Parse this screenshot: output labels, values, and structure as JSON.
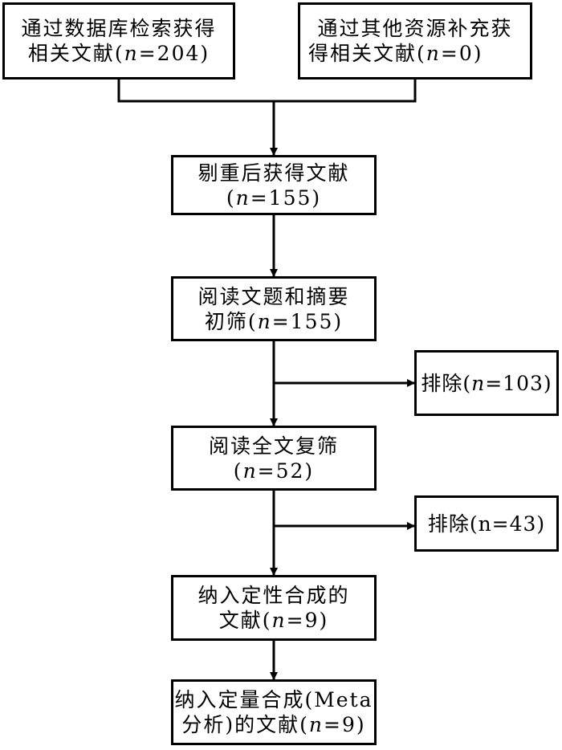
{
  "boxes": {
    "db_search": {
      "line1": "通过数据库检索获得",
      "line2_prefix": "相关文献(",
      "n_label": "n",
      "line2_suffix": "=204)"
    },
    "other_sources": {
      "line1": "通过其他资源补充获",
      "line2_prefix": "得相关文献(",
      "n_label": "n",
      "line2_suffix": "=0)"
    },
    "dedup": {
      "line1": "剔重后获得文献",
      "line2_prefix": "(",
      "n_label": "n",
      "line2_suffix": "=155)"
    },
    "title_abstract": {
      "line1": "阅读文题和摘要",
      "line2_prefix": "初筛(",
      "n_label": "n",
      "line2_suffix": "=155)"
    },
    "exclude_1": {
      "prefix": "排除(",
      "n_label": "n",
      "suffix": "=103)"
    },
    "fulltext": {
      "line1": "阅读全文复筛",
      "line2_prefix": "(",
      "n_label": "n",
      "line2_suffix": "=52)"
    },
    "exclude_2": {
      "text": "排除(n=43)"
    },
    "qualitative": {
      "line1": "纳入定性合成的",
      "line2_prefix": "文献(",
      "n_label": "n",
      "line2_suffix": "=9)"
    },
    "quantitative": {
      "line1": "纳入定量合成(Meta",
      "line2_prefix": "分析)的文献(",
      "n_label": "n",
      "line2_suffix": "=9)"
    }
  },
  "colors": {
    "stroke": "#000000",
    "background": "#ffffff"
  }
}
